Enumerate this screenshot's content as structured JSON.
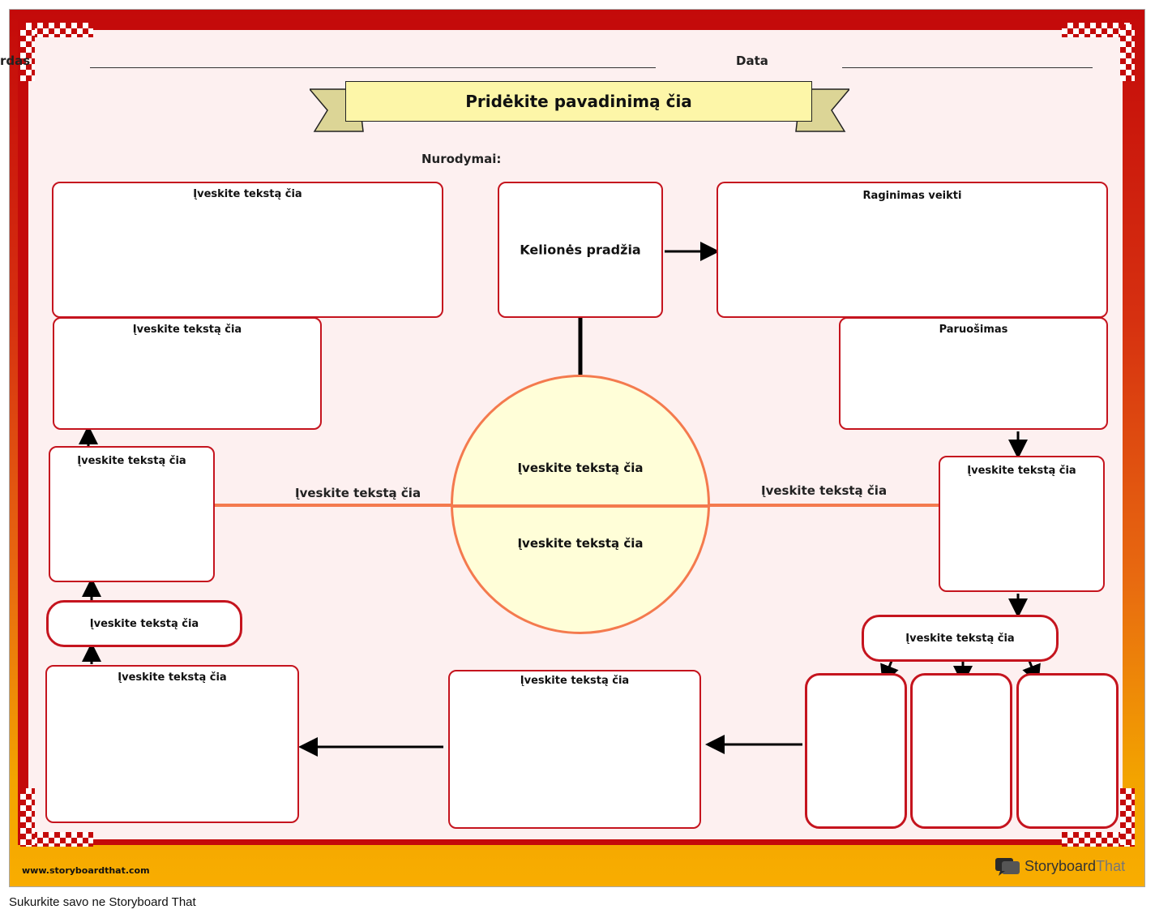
{
  "header": {
    "name_label": "rdas",
    "date_label": "Data",
    "title": "Pridėkite pavadinimą čia",
    "instructions": "Nurodymai:"
  },
  "boxes": {
    "top_left": "Įveskite tekstą čia",
    "start": "Kelionės pradžia",
    "call_to_action": "Raginimas veikti",
    "left_2": "Įveskite tekstą čia",
    "preparation": "Paruošimas",
    "left_3": "Įveskite tekstą čia",
    "right_3": "Įveskite tekstą čia",
    "left_pill": "Įveskite tekstą čia",
    "right_pill": "Įveskite tekstą čia",
    "bottom_left": "Įveskite tekstą čia",
    "bottom_mid": "Įveskite tekstą čia"
  },
  "circle": {
    "top_text": "Įveskite tekstą čia",
    "bottom_text": "Įveskite tekstą čia",
    "left_line_label": "Įveskite tekstą čia",
    "right_line_label": "Įveskite tekstą čia"
  },
  "footer": {
    "url": "www.storyboardthat.com",
    "brand_part1": "Storyboard",
    "brand_part2": "That",
    "caption": "Sukurkite savo ne Storyboard That"
  },
  "colors": {
    "border_red": "#c40a0a",
    "box_border": "#c5141e",
    "circle_fill": "#fffed8",
    "circle_stroke": "#f47a4e",
    "banner_fill": "#fdf6a8",
    "gold": "#f8ad00"
  }
}
